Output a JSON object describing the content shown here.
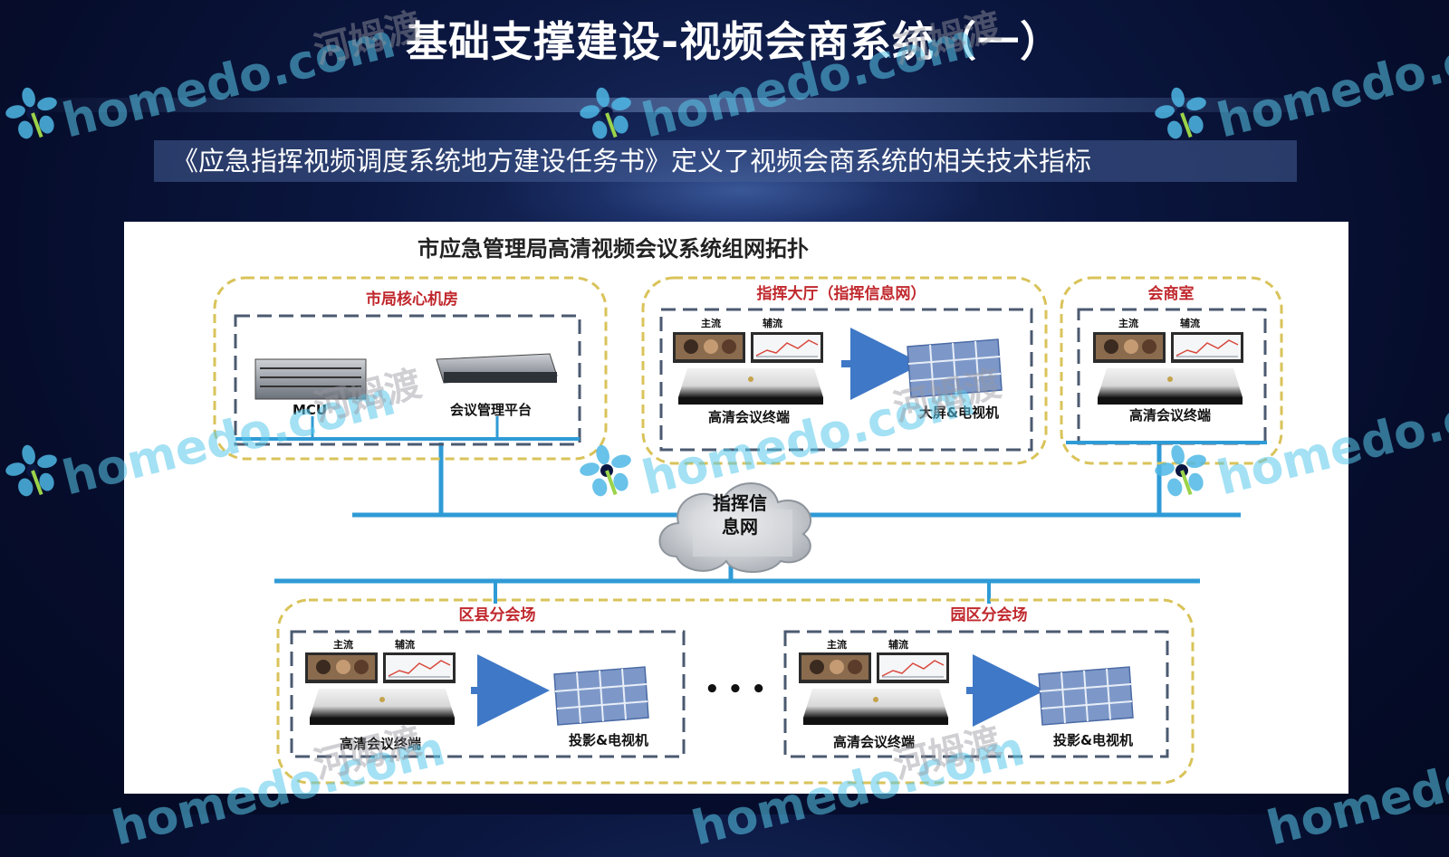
{
  "slide": {
    "title": "基础支撑建设-视频会商系统（一）",
    "subtitle": "《应急指挥视频调度系统地方建设任务书》定义了视频会商系统的相关技术指标"
  },
  "diagram": {
    "title": "市应急管理局高清视频会议系统组网拓扑",
    "cloud_label_line1": "指挥信",
    "cloud_label_line2": "息网",
    "ellipsis": "• • •",
    "groups": {
      "core_room": {
        "title": "市局核心机房",
        "items": [
          "MCU",
          "会议管理平台"
        ]
      },
      "command_hall": {
        "title": "指挥大厅（指挥信息网）",
        "stream_main": "主流",
        "stream_aux": "辅流",
        "terminal": "高清会议终端",
        "screen": "大屏&电视机"
      },
      "meeting_room": {
        "title": "会商室",
        "stream_main": "主流",
        "stream_aux": "辅流",
        "terminal": "高清会议终端"
      },
      "district": {
        "title": "区县分会场",
        "stream_main": "主流",
        "stream_aux": "辅流",
        "terminal": "高清会议终端",
        "screen": "投影&电视机"
      },
      "park": {
        "title": "园区分会场",
        "stream_main": "主流",
        "stream_aux": "辅流",
        "terminal": "高清会议终端",
        "screen": "投影&电视机"
      }
    }
  },
  "watermark": {
    "text": "homedo.com",
    "text_cn": "河姆渡"
  },
  "colors": {
    "background": "#060d2c",
    "group_title_red": "#c0282d",
    "group_border_gold": "#d9c35a",
    "inner_border_slate": "#4b5a70",
    "network_line_blue": "#2f9bd6",
    "arrow_blue": "#3f78c6",
    "watermark_cyan": "#5ac8eb"
  }
}
